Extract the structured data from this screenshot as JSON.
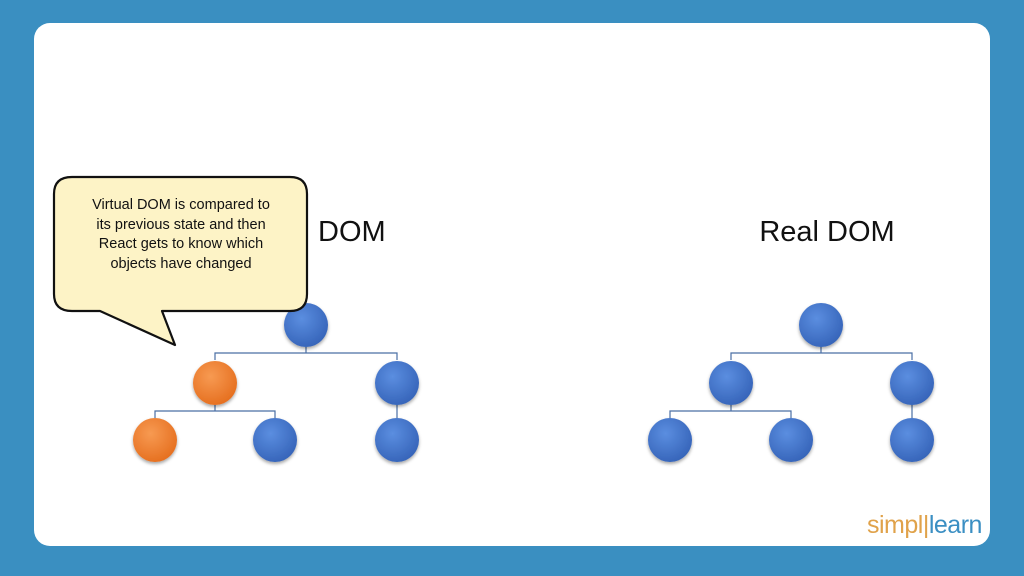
{
  "slide": {
    "virtual_title": "Virtual DOM",
    "real_title": "Real DOM",
    "callout": {
      "lines": [
        "Virtual DOM is compared to",
        "its previous state and then",
        "React gets to know which",
        "objects have changed"
      ]
    },
    "logo": {
      "part1": "simpl",
      "part2": "learn"
    }
  },
  "colors": {
    "frame": "#3a8fc1",
    "node_blue": "#4472c4",
    "node_changed": "#ed7d31",
    "connector": "#4a6fa5",
    "callout_fill": "#fdf3c6"
  },
  "trees": {
    "virtual_dom": {
      "nodes": [
        {
          "id": "root",
          "state": "unchanged"
        },
        {
          "id": "child-left",
          "state": "changed"
        },
        {
          "id": "child-right",
          "state": "unchanged"
        },
        {
          "id": "grandchild-left-1",
          "state": "changed"
        },
        {
          "id": "grandchild-left-2",
          "state": "unchanged"
        },
        {
          "id": "grandchild-right-1",
          "state": "unchanged"
        }
      ]
    },
    "real_dom": {
      "nodes": [
        {
          "id": "root",
          "state": "unchanged"
        },
        {
          "id": "child-left",
          "state": "unchanged"
        },
        {
          "id": "child-right",
          "state": "unchanged"
        },
        {
          "id": "grandchild-left-1",
          "state": "unchanged"
        },
        {
          "id": "grandchild-left-2",
          "state": "unchanged"
        },
        {
          "id": "grandchild-right-1",
          "state": "unchanged"
        }
      ]
    }
  }
}
